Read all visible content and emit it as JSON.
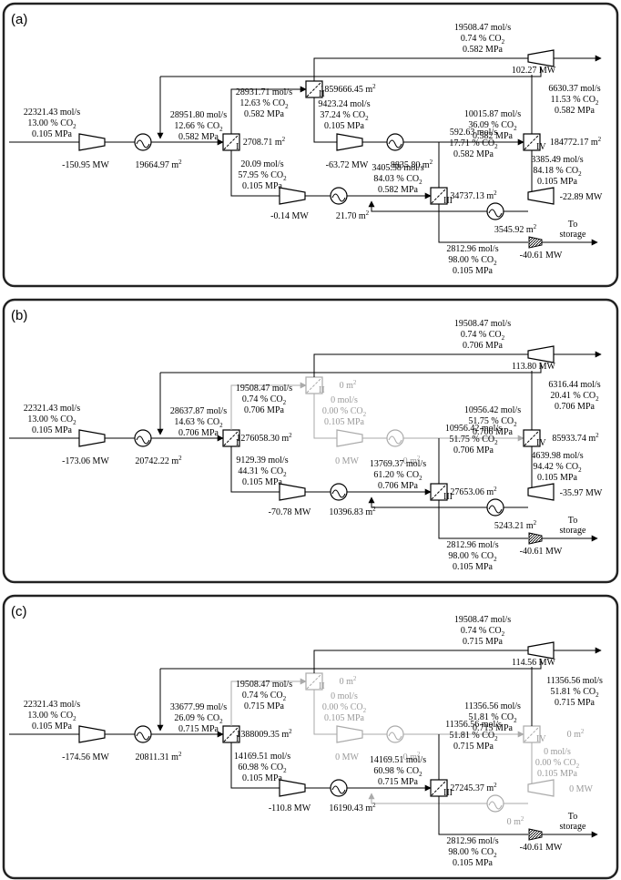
{
  "panels": [
    {
      "label": "(a)",
      "feed": [
        "22321.43 mol/s",
        "13.00 % CO",
        "0.105 MPa"
      ],
      "comp1_power": "-150.95 MW",
      "hx1_area": "19664.97 m",
      "mixed_feed": [
        "28951.80 mol/s",
        "12.66 % CO",
        "0.582 MPa"
      ],
      "mem1_area": "2708.71 m",
      "mem1_permeate": [
        "20.09 mol/s",
        "57.95 % CO",
        "0.105 MPa"
      ],
      "perm_comp_power": "-0.14 MW",
      "perm_hx_area": "21.70 m",
      "mem1_retentate": [
        "28931.71 mol/s",
        "12.63 % CO",
        "0.582 MPa"
      ],
      "mem2_area": "1859666.45 m",
      "mem2_permeate": [
        "9423.24 mol/s",
        "37.24 % CO",
        "0.105 MPa"
      ],
      "comp2_power": "-63.72 MW",
      "hx2_area": "8835.80 m",
      "mem4_feed": [
        "10015.87 mol/s",
        "36.09 % CO",
        "0.582 MPa"
      ],
      "mem4_area": "184772.17 m",
      "mem4_retentate": [
        "6630.37 mol/s",
        "11.53 % CO",
        "0.582 MPa"
      ],
      "exhaust": [
        "19508.47 mol/s",
        "0.74 % CO",
        "0.582 MPa"
      ],
      "expander_power": "102.27 MW",
      "mem4_permeate": [
        "3385.49 mol/s",
        "84.18 % CO",
        "0.105 MPa"
      ],
      "comp4_power": "-22.89 MW",
      "hx4_area": "3545.92 m",
      "mem3_retentate": [
        "592.63 mol/s",
        "17.71 % CO",
        "0.582 MPa"
      ],
      "mem3_feed": [
        "3405.58 mol/s",
        "84.03 % CO",
        "0.582 MPa"
      ],
      "mem3_area": "34737.13 m",
      "product": [
        "2812.96 mol/s",
        "98.00 % CO",
        "0.105 MPa"
      ],
      "storage_comp_power": "-40.61 MW",
      "storage_label": [
        "To",
        "storage"
      ]
    },
    {
      "label": "(b)",
      "feed": [
        "22321.43 mol/s",
        "13.00 % CO",
        "0.105 MPa"
      ],
      "comp1_power": "-173.06 MW",
      "hx1_area": "20742.22 m",
      "mixed_feed": [
        "28637.87 mol/s",
        "14.63 % CO",
        "0.706 MPa"
      ],
      "mem1_area": "1276058.30 m",
      "mem1_permeate": [
        "9129.39 mol/s",
        "44.31 % CO",
        "0.105 MPa"
      ],
      "perm_comp_power": "-70.78 MW",
      "perm_hx_area": "10396.83 m",
      "mem1_retentate": [
        "19508.47 mol/s",
        "0.74 % CO",
        "0.706 MPa"
      ],
      "mem2_area": "0 m",
      "mem2_permeate": [
        "0 mol/s",
        "0.00 % CO",
        "0.105 MPa"
      ],
      "comp2_power": "0 MW",
      "hx2_area": "0 m",
      "mem4_feed": [
        "10956.42 mol/s",
        "51.75 % CO",
        "0.706 MPa"
      ],
      "mem4_area": "85933.74 m",
      "mem4_retentate": [
        "6316.44 mol/s",
        "20.41 % CO",
        "0.706 MPa"
      ],
      "exhaust": [
        "19508.47 mol/s",
        "0.74 % CO",
        "0.706 MPa"
      ],
      "expander_power": "113.80 MW",
      "mem4_permeate": [
        "4639.98 mol/s",
        "94.42 % CO",
        "0.105 MPa"
      ],
      "comp4_power": "-35.97 MW",
      "hx4_area": "5243.21 m",
      "mem3_retentate": [
        "10956.42 mol/s",
        "51.75 % CO",
        "0.706 MPa"
      ],
      "mem3_feed": [
        "13769.37 mol/s",
        "61.20 % CO",
        "0.706 MPa"
      ],
      "mem3_area": "27653.06 m",
      "product": [
        "2812.96 mol/s",
        "98.00 % CO",
        "0.105 MPa"
      ],
      "storage_comp_power": "-40.61 MW",
      "storage_label": [
        "To",
        "storage"
      ]
    },
    {
      "label": "(c)",
      "feed": [
        "22321.43 mol/s",
        "13.00 % CO",
        "0.105 MPa"
      ],
      "comp1_power": "-174.56 MW",
      "hx1_area": "20811.31 m",
      "mixed_feed": [
        "33677.99 mol/s",
        "26.09 % CO",
        "0.715 MPa"
      ],
      "mem1_area": "1388009.35 m",
      "mem1_permeate": [
        "14169.51 mol/s",
        "60.98 % CO",
        "0.105 MPa"
      ],
      "perm_comp_power": "-110.8 MW",
      "perm_hx_area": "16190.43 m",
      "mem1_retentate": [
        "19508.47 mol/s",
        "0.74 % CO",
        "0.715 MPa"
      ],
      "mem2_area": "0 m",
      "mem2_permeate": [
        "0 mol/s",
        "0.00 % CO",
        "0.105 MPa"
      ],
      "comp2_power": "0 MW",
      "hx2_area": "0 m",
      "mem4_feed": [
        "11356.56 mol/s",
        "51.81 % CO",
        "0.715 MPa"
      ],
      "mem4_area": "0 m",
      "mem4_retentate": [
        "11356.56 mol/s",
        "51.81 % CO",
        "0.715 MPa"
      ],
      "exhaust": [
        "19508.47 mol/s",
        "0.74 % CO",
        "0.715 MPa"
      ],
      "expander_power": "114.56 MW",
      "mem4_permeate": [
        "0 mol/s",
        "0.00 % CO",
        "0.105 MPa"
      ],
      "comp4_power": "0 MW",
      "hx4_area": "0 m",
      "mem3_retentate": [
        "11356.56 mol/s",
        "51.81 % CO",
        "0.715 MPa"
      ],
      "mem3_feed": [
        "14169.51 mol/s",
        "60.98 % CO",
        "0.715 MPa"
      ],
      "mem3_area": "27245.37 m",
      "product": [
        "2812.96 mol/s",
        "98.00 % CO",
        "0.105 MPa"
      ],
      "storage_comp_power": "-40.61 MW",
      "storage_label": [
        "To",
        "storage"
      ]
    }
  ],
  "active": [
    {
      "mem2": true,
      "mem4": true
    },
    {
      "mem2": false,
      "mem4": true
    },
    {
      "mem2": false,
      "mem4": false
    }
  ],
  "subscripts": {
    "co2": "2",
    "area": "2"
  },
  "membrane_labels": [
    "I",
    "II",
    "III",
    "IV"
  ],
  "colors": {
    "line": "#000000",
    "inactive": "#aaaaaa",
    "border": "#222222"
  }
}
